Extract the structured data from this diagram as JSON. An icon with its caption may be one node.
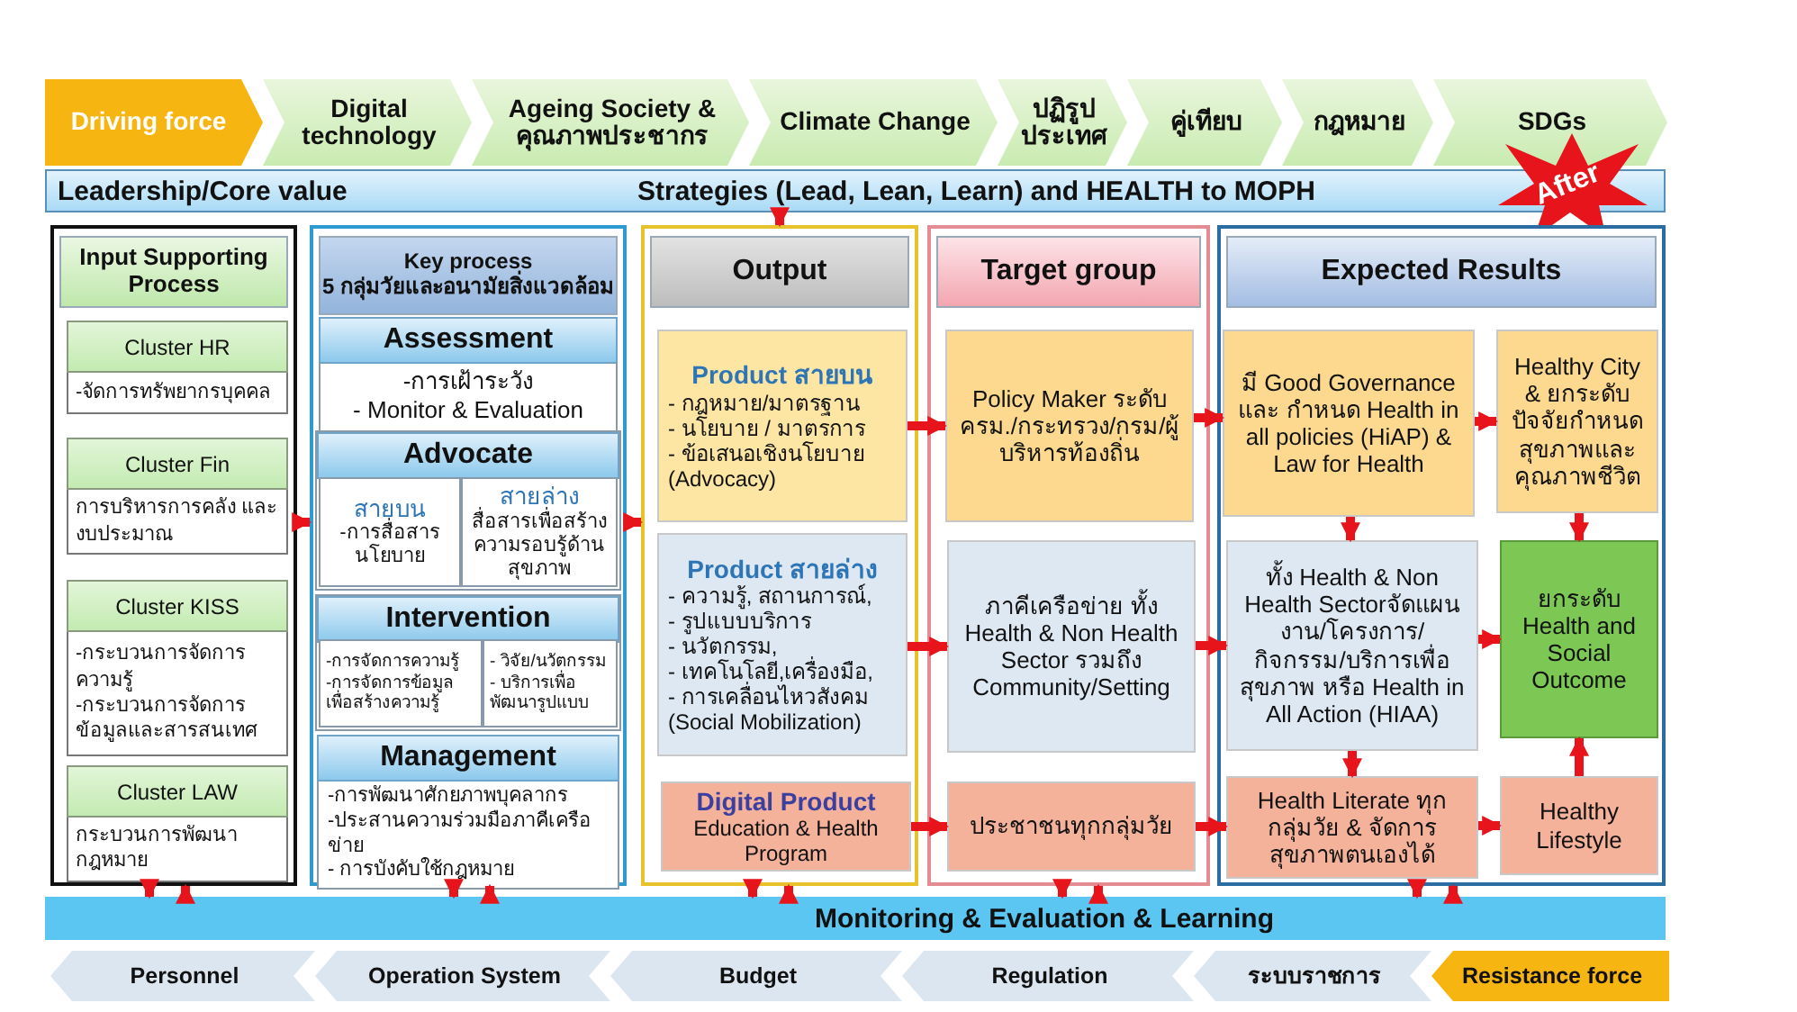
{
  "diagram": {
    "nodes": [
      {
        "text": [
          "Driving force"
        ]
      },
      {
        "text": [
          "Digital technology"
        ]
      },
      {
        "text": [
          "Ageing Society & คุณภาพประชากร"
        ]
      },
      {
        "text": [
          "Climate Change"
        ]
      },
      {
        "text": [
          "ปฏิรูป ประเทศ"
        ]
      },
      {
        "text": [
          "คู่เทียบ"
        ]
      },
      {
        "text": [
          "กฎหมาย"
        ]
      },
      {
        "text": [
          "SDGs"
        ]
      },
      {
        "text": [
          "Leadership/Core value",
          "Strategies (Lead, Lean, Learn) and HEALTH to MOPH"
        ]
      },
      {
        "text": [
          "After"
        ]
      },
      {
        "text": [
          "Input Supporting Process"
        ]
      },
      {
        "text": [
          "Cluster HR",
          "-จัดการทรัพยากรบุคคล"
        ],
        "in": 10
      },
      {
        "text": [
          "Cluster Fin",
          "การบริหารการคลัง และงบประมาณ"
        ],
        "in": 10
      },
      {
        "text": [
          "Cluster KISS",
          "-กระบวนการจัดการความรู้",
          "-กระบวนการจัดการข้อมูลและสารสนเทศ"
        ],
        "in": 10
      },
      {
        "text": [
          "Cluster LAW",
          "กระบวนการพัฒนากฎหมาย"
        ],
        "in": 10
      },
      {
        "text": [
          "Key process",
          "5 กลุ่มวัยและอนามัยสิ่งแวดล้อม"
        ]
      },
      {
        "text": [
          "Assessment",
          "-การเฝ้าระวัง",
          "- Monitor & Evaluation"
        ],
        "in": 15
      },
      {
        "text": [
          "Advocate"
        ],
        "in": 15
      },
      {
        "text": [
          "สายบน",
          "-การสื่อสารนโยบาย"
        ],
        "in": 17
      },
      {
        "text": [
          "สายล่าง",
          "สื่อสารเพื่อสร้างความรอบรู้ด้านสุขภาพ"
        ],
        "in": 17
      },
      {
        "text": [
          "Intervention"
        ],
        "in": 15
      },
      {
        "text": [
          "-การจัดการความรู้",
          "-การจัดการข้อมูลเพื่อสร้างความรู้"
        ],
        "in": 20
      },
      {
        "text": [
          "- วิจัย/นวัตกรรม",
          "- บริการเพื่อพัฒนารูปแบบ"
        ],
        "in": 20
      },
      {
        "text": [
          "Management",
          "-การพัฒนาศักยภาพบุคลากร",
          "-ประสานความร่วมมือภาคีเครือข่าย",
          "- การบังคับใช้กฎหมาย"
        ],
        "in": 15
      },
      {
        "text": [
          "Output"
        ]
      },
      {
        "text": [
          "Product สายบน",
          "- กฎหมาย/มาตรฐาน",
          "- นโยบาย / มาตรการ",
          "- ข้อเสนอเชิงนโยบาย (Advocacy)"
        ],
        "in": 24
      },
      {
        "text": [
          "Product สายล่าง",
          "- ความรู้, สถานการณ์,",
          "- รูปแบบบริการ",
          "- นวัตกรรม,",
          "- เทคโนโลยี,เครื่องมือ,",
          "- การเคลื่อนไหวสังคม (Social Mobilization)"
        ],
        "in": 24
      },
      {
        "text": [
          "Digital Product",
          "Education &  Health Program"
        ],
        "in": 24
      },
      {
        "text": [
          "Target group"
        ]
      },
      {
        "text": [
          "Policy Maker ระดับ ครม./กระทรวง/กรม/ผู้บริหารท้องถิ่น"
        ],
        "in": 28
      },
      {
        "text": [
          "ภาคีเครือข่าย ทั้ง Health & Non Health Sector รวมถึง Community/Setting"
        ],
        "in": 28
      },
      {
        "text": [
          "ประชาชนทุกกลุ่มวัย"
        ],
        "in": 28
      },
      {
        "text": [
          "Expected Results"
        ]
      },
      {
        "text": [
          "มี Good Governance และ กำหนด Health in all policies (HiAP) & Law for Health"
        ],
        "in": 32
      },
      {
        "text": [
          "Healthy City & ยกระดับปัจจัยกำหนดสุขภาพและคุณภาพชีวิต"
        ],
        "in": 32
      },
      {
        "text": [
          "ทั้ง Health & Non Health Sectorจัดแผนงาน/โครงการ/กิจกรรม/บริการเพื่อสุขภาพ หรือ Health in All Action (HIAA)"
        ],
        "in": 32
      },
      {
        "text": [
          "ยกระดับ Health and Social Outcome"
        ],
        "in": 32
      },
      {
        "text": [
          "Health Literate ทุกกลุ่มวัย & จัดการสุขภาพตนเองได้"
        ],
        "in": 32
      },
      {
        "text": [
          "Healthy Lifestyle"
        ],
        "in": 32
      },
      {
        "text": [
          "Monitoring & Evaluation & Learning"
        ]
      },
      {
        "text": [
          "Personnel"
        ]
      },
      {
        "text": [
          "Operation System"
        ]
      },
      {
        "text": [
          "Budget"
        ]
      },
      {
        "text": [
          "Regulation"
        ]
      },
      {
        "text": [
          "ระบบราชการ"
        ]
      },
      {
        "text": [
          "Resistance force"
        ]
      }
    ],
    "edges": [
      {
        "from": 8,
        "to": 24,
        "arrow": "to"
      },
      {
        "from": 10,
        "to": 15,
        "arrow": "to"
      },
      {
        "from": 15,
        "to": 24,
        "arrow": "to"
      },
      {
        "from": 25,
        "to": 29,
        "arrow": "to"
      },
      {
        "from": 26,
        "to": 30,
        "arrow": "to"
      },
      {
        "from": 27,
        "to": 31,
        "arrow": "to"
      },
      {
        "from": 29,
        "to": 33,
        "arrow": "to"
      },
      {
        "from": 30,
        "to": 35,
        "arrow": "to"
      },
      {
        "from": 31,
        "to": 37,
        "arrow": "to"
      },
      {
        "from": 33,
        "to": 34,
        "arrow": "to"
      },
      {
        "from": 33,
        "to": 35,
        "arrow": "to"
      },
      {
        "from": 35,
        "to": 37,
        "arrow": "to"
      },
      {
        "from": 35,
        "to": 36,
        "arrow": "to"
      },
      {
        "from": 37,
        "to": 38,
        "arrow": "to"
      },
      {
        "from": 34,
        "to": 36,
        "arrow": "to"
      },
      {
        "from": 38,
        "to": 36,
        "arrow": "to"
      },
      {
        "from": 10,
        "to": 39,
        "arrow": "to"
      },
      {
        "from": 39,
        "to": 10,
        "arrow": "to"
      },
      {
        "from": 15,
        "to": 39,
        "arrow": "to"
      },
      {
        "from": 39,
        "to": 15,
        "arrow": "to"
      },
      {
        "from": 24,
        "to": 39,
        "arrow": "to"
      },
      {
        "from": 39,
        "to": 24,
        "arrow": "to"
      },
      {
        "from": 28,
        "to": 39,
        "arrow": "to"
      },
      {
        "from": 39,
        "to": 28,
        "arrow": "to"
      },
      {
        "from": 32,
        "to": 39,
        "arrow": "to"
      },
      {
        "from": 39,
        "to": 32,
        "arrow": "to"
      }
    ]
  }
}
